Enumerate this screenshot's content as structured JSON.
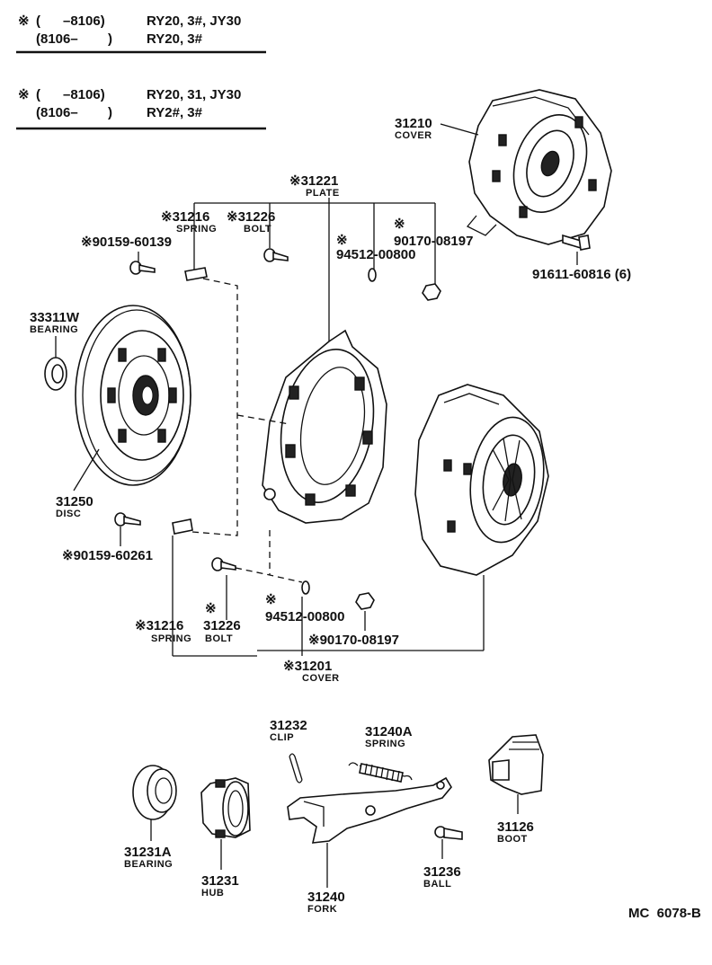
{
  "notes": [
    {
      "mark": "※",
      "row1_range": "(      –8106)",
      "row1_models": "RY20, 3#, JY30",
      "row2_range": "(8106–        )",
      "row2_models": "RY20, 3#"
    },
    {
      "mark": "※",
      "row1_range": "(      –8106)",
      "row1_models": "RY20, 31, JY30",
      "row2_range": "(8106–        )",
      "row2_models": "RY2#, 3#"
    }
  ],
  "parts": {
    "p31210": {
      "num": "31210",
      "name": "COVER"
    },
    "p31221": {
      "num": "※31221",
      "name": "PLATE"
    },
    "p31216_top": {
      "num": "※31216",
      "name": "SPRING"
    },
    "p31226_top": {
      "num": "※31226",
      "name": "BOLT"
    },
    "p90159_60139": {
      "num": "※90159-60139"
    },
    "p94512_top": {
      "num": "94512-00800",
      "mark": "※"
    },
    "p90170_top": {
      "num": "90170-08197",
      "mark": "※"
    },
    "p91611": {
      "num": "91611-60816 (6)"
    },
    "p33311w": {
      "num": "33311W",
      "name": "BEARING"
    },
    "p31250": {
      "num": "31250",
      "name": "DISC"
    },
    "p90159_60261": {
      "num": "※90159-60261"
    },
    "p94512_bot": {
      "num": "94512-00800",
      "mark": "※"
    },
    "p31216_bot": {
      "num": "※31216",
      "name": "SPRING"
    },
    "p31226_bot": {
      "num": "31226",
      "name": "BOLT",
      "mark": "※"
    },
    "p90170_bot": {
      "num": "※90170-08197"
    },
    "p31201": {
      "num": "※31201",
      "name": "COVER"
    },
    "p31232": {
      "num": "31232",
      "name": "CLIP"
    },
    "p31240a": {
      "num": "31240A",
      "name": "SPRING"
    },
    "p31231a": {
      "num": "31231A",
      "name": "BEARING"
    },
    "p31231": {
      "num": "31231",
      "name": "HUB"
    },
    "p31240": {
      "num": "31240",
      "name": "FORK"
    },
    "p31236": {
      "num": "31236",
      "name": "BALL"
    },
    "p31126": {
      "num": "31126",
      "name": "BOOT"
    }
  },
  "footer": {
    "code": "MC  6078-B"
  }
}
